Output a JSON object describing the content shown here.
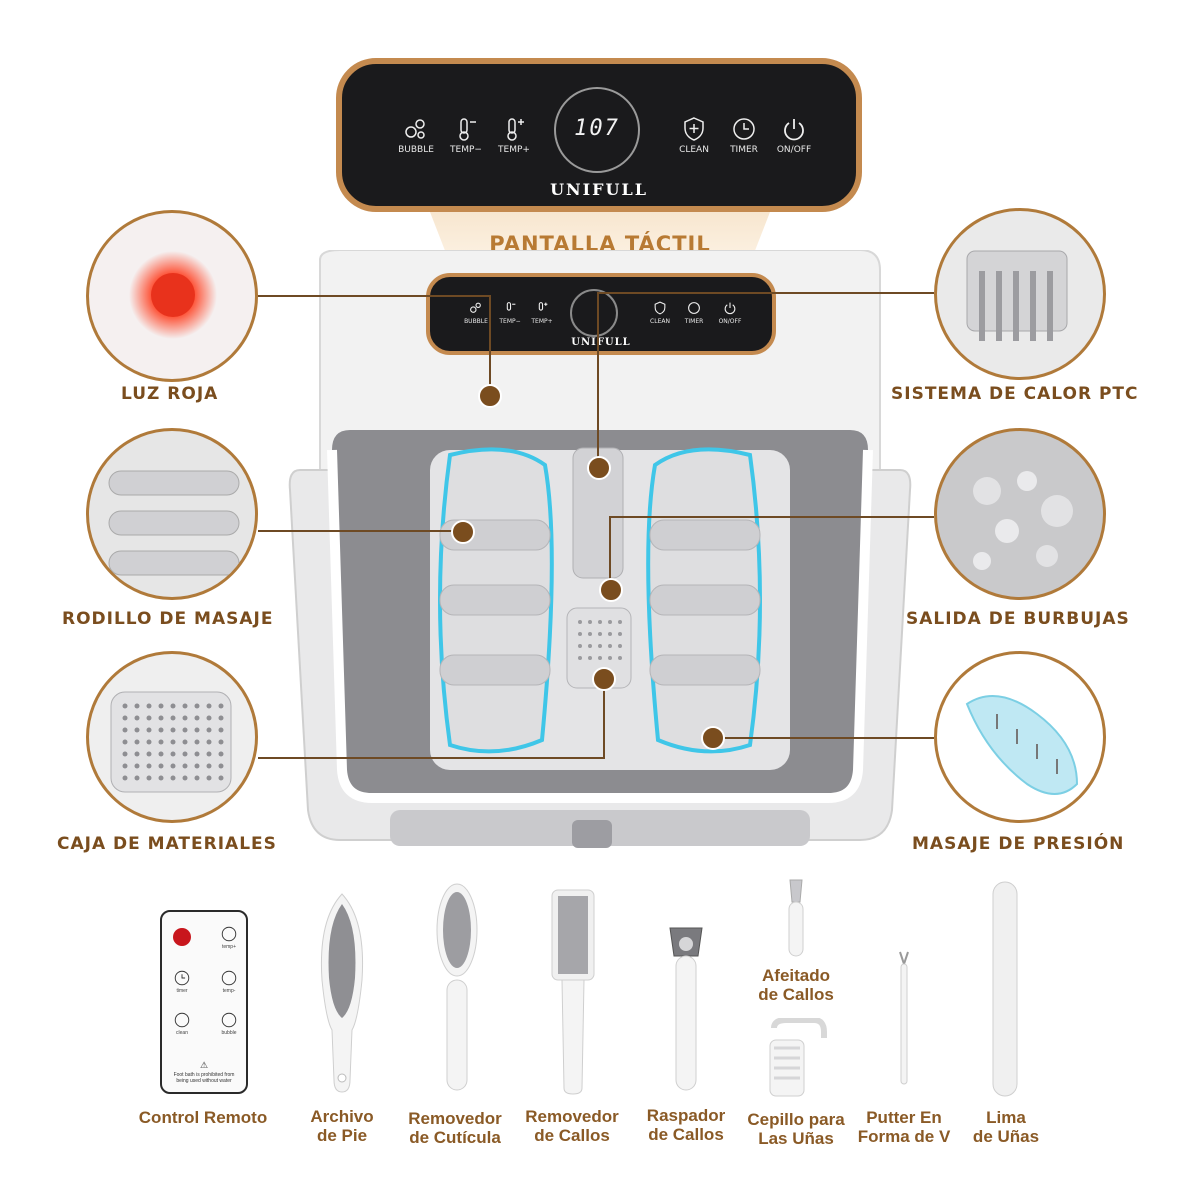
{
  "panel": {
    "brand": "UNIFULL",
    "display": "107",
    "buttons": {
      "bubble": "BUBBLE",
      "temp_minus": "TEMP−",
      "temp_plus": "TEMP+",
      "clean": "CLEAN",
      "timer": "TIMER",
      "onoff": "ON/OFF"
    }
  },
  "small_panel": {
    "brand": "UNIFULL",
    "buttons": {
      "bubble": "BUBBLE",
      "temp_minus": "TEMP−",
      "temp_plus": "TEMP+",
      "clean": "CLEAN",
      "timer": "TIMER",
      "onoff": "ON/OFF"
    }
  },
  "features": {
    "touch_screen": "PANTALLA TÁCTIL",
    "red_light": "LUZ ROJA",
    "massage_roller": "RODILLO DE MASAJE",
    "material_box": "CAJA DE MATERIALES",
    "ptc_heat": "SISTEMA DE CALOR PTC",
    "bubble_outlet": "SALIDA DE BURBUJAS",
    "pressure_massage": "MASAJE DE PRESIÓN"
  },
  "remote": {
    "buttons": {
      "temp_plus": "temp+",
      "timer": "timer",
      "temp_minus": "temp-",
      "clean": "clean",
      "bubble": "bubble"
    },
    "warning": "Foot bath is prohibited from being used without water"
  },
  "accessories": {
    "remote": "Control Remoto",
    "foot_file": [
      "Archivo",
      "de Pie"
    ],
    "cuticle": [
      "Removedor",
      "de Cutícula"
    ],
    "callus_remover": [
      "Removedor",
      "de Callos"
    ],
    "callus_scraper": [
      "Raspador",
      "de Callos"
    ],
    "callus_shaver": [
      "Afeitado",
      "de Callos"
    ],
    "nail_brush": [
      "Cepillo para",
      "Las Uñas"
    ],
    "v_pusher": [
      "Putter En",
      "Forma de V"
    ],
    "nail_file": [
      "Lima",
      "de Uñas"
    ]
  },
  "colors": {
    "gold": "#c48a4f",
    "label_brown": "#7a4d1e",
    "panel_black": "#1a1a1c",
    "glow_blue": "#3fc6e8"
  }
}
